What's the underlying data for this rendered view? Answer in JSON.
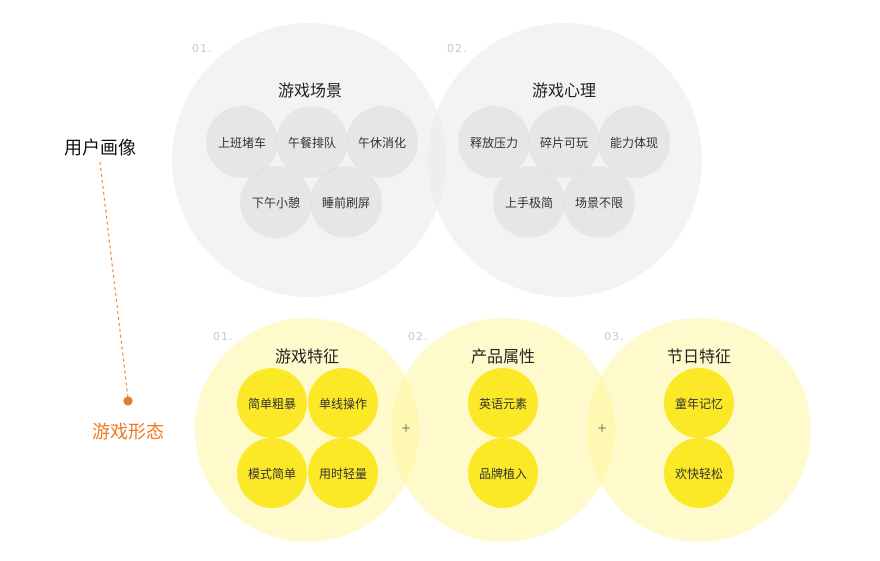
{
  "labels": {
    "user_profile": "用户画像",
    "game_form": "游戏形态"
  },
  "colors": {
    "accent_orange": "#f07a23",
    "yellow": "#fbe827",
    "gray": "#e6e6e6"
  },
  "user_groups": [
    {
      "num": "01.",
      "title": "游戏场景",
      "items": [
        "上班堵车",
        "午餐排队",
        "午休消化",
        "下午小憩",
        "睡前刷屏"
      ]
    },
    {
      "num": "02.",
      "title": "游戏心理",
      "items": [
        "释放压力",
        "碎片可玩",
        "能力体现",
        "上手极简",
        "场景不限"
      ]
    }
  ],
  "game_groups": [
    {
      "num": "01.",
      "title": "游戏特征",
      "items": [
        "简单粗暴",
        "单线操作",
        "模式简单",
        "用时轻量"
      ]
    },
    {
      "num": "02.",
      "title": "产品属性",
      "items": [
        "英语元素",
        "品牌植入"
      ]
    },
    {
      "num": "03.",
      "title": "节日特征",
      "items": [
        "童年记忆",
        "欢快轻松"
      ]
    }
  ],
  "plus_signs": [
    "+",
    "+"
  ]
}
